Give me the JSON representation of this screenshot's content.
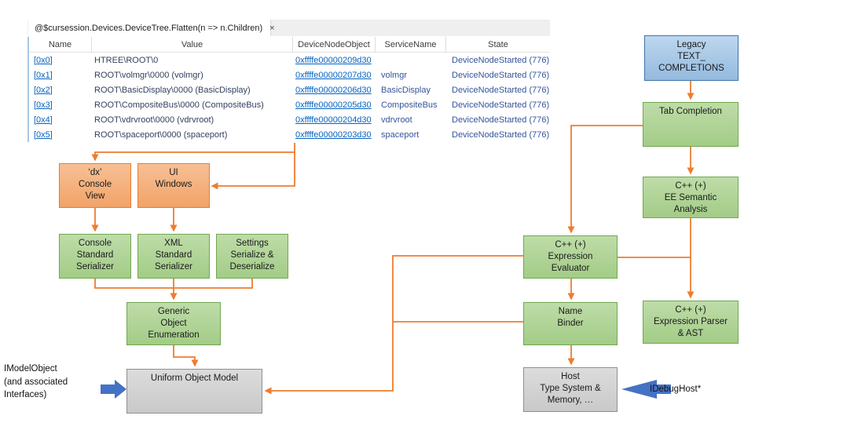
{
  "tab": {
    "title": "@$cursession.Devices.DeviceTree.Flatten(n => n.Children)",
    "close_glyph": "×"
  },
  "table": {
    "columns": [
      "Name",
      "Value",
      "DeviceNodeObject",
      "ServiceName",
      "State"
    ],
    "rows": [
      {
        "name": "[0x0]",
        "value": "HTREE\\ROOT\\0",
        "node": "0xffffe00000209d30",
        "service": "",
        "state": "DeviceNodeStarted (776)"
      },
      {
        "name": "[0x1]",
        "value": "ROOT\\volmgr\\0000 (volmgr)",
        "node": "0xffffe00000207d30",
        "service": "volmgr",
        "state": "DeviceNodeStarted (776)"
      },
      {
        "name": "[0x2]",
        "value": "ROOT\\BasicDisplay\\0000 (BasicDisplay)",
        "node": "0xffffe00000206d30",
        "service": "BasicDisplay",
        "state": "DeviceNodeStarted (776)"
      },
      {
        "name": "[0x3]",
        "value": "ROOT\\CompositeBus\\0000 (CompositeBus)",
        "node": "0xffffe00000205d30",
        "service": "CompositeBus",
        "state": "DeviceNodeStarted (776)"
      },
      {
        "name": "[0x4]",
        "value": "ROOT\\vdrvroot\\0000 (vdrvroot)",
        "node": "0xffffe00000204d30",
        "service": "vdrvroot",
        "state": "DeviceNodeStarted (776)"
      },
      {
        "name": "[0x5]",
        "value": "ROOT\\spaceport\\0000 (spaceport)",
        "node": "0xffffe00000203d30",
        "service": "spaceport",
        "state": "DeviceNodeStarted (776)"
      }
    ]
  },
  "boxes": {
    "legacy": "Legacy\nTEXT_\nCOMPLETIONS",
    "tab_completion": "Tab Completion",
    "ee_semantic": "C++ (+)\nEE Semantic\nAnalysis",
    "dx_console": "‘dx’\nConsole\nView",
    "ui_windows": "UI\nWindows",
    "console_serializer": "Console\nStandard\nSerializer",
    "xml_serializer": "XML\nStandard\nSerializer",
    "settings_serializer": "Settings\nSerialize &\nDeserialize",
    "generic_enum": "Generic\nObject\nEnumeration",
    "uniform_model": "Uniform Object Model",
    "expr_evaluator": "C++ (+)\nExpression\nEvaluator",
    "name_binder": "Name\nBinder",
    "expr_parser": "C++ (+)\nExpression Parser\n& AST",
    "host": "Host\nType System &\nMemory, …"
  },
  "labels": {
    "imodelobject": "IModelObject\n(and associated\nInterfaces)",
    "idebughost": "IDebugHost*"
  },
  "colors": {
    "connector": "#ed7d31",
    "block_arrow": "#4472c4",
    "link": "#0563c1",
    "state_text": "#35549b"
  }
}
